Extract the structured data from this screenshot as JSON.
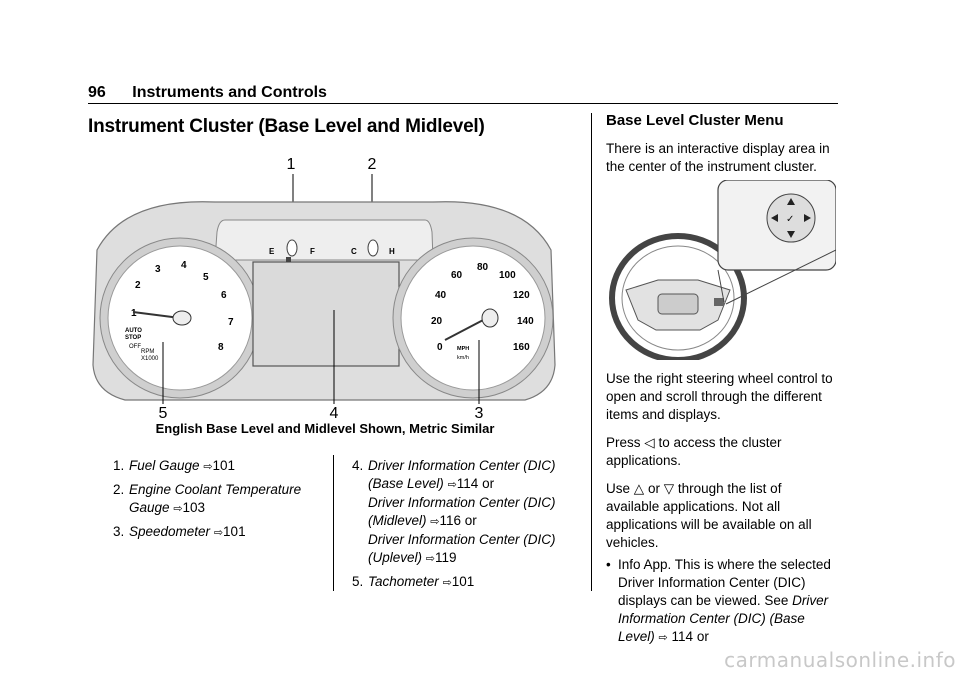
{
  "header": {
    "page_number": "96",
    "section": "Instruments and Controls"
  },
  "title": "Instrument Cluster (Base Level and Midlevel)",
  "figure": {
    "callouts": [
      "1",
      "2",
      "3",
      "4",
      "5"
    ],
    "tach_labels": [
      "1",
      "2",
      "3",
      "4",
      "5",
      "6",
      "7",
      "8"
    ],
    "tach_text": {
      "auto": "AUTO",
      "stop": "STOP",
      "off": "OFF",
      "rpm": "RPM",
      "x1000": "X1000"
    },
    "speed_labels": [
      "0",
      "20",
      "40",
      "60",
      "80",
      "100",
      "120",
      "140",
      "160"
    ],
    "speed_text": {
      "mph": "MPH",
      "kmh": "km/h"
    },
    "fuel": {
      "e": "E",
      "f": "F"
    },
    "temp": {
      "c": "C",
      "h": "H"
    },
    "caption": "English Base Level and Midlevel Shown, Metric Similar"
  },
  "list_left": [
    {
      "num": "1.",
      "text": "Fuel Gauge",
      "ref": "101"
    },
    {
      "num": "2.",
      "text": "Engine Coolant Temperature Gauge",
      "ref": "103"
    },
    {
      "num": "3.",
      "text": "Speedometer",
      "ref": "101"
    }
  ],
  "list_right": {
    "num4": "4.",
    "dic_base": "Driver Information Center (DIC) (Base Level)",
    "ref_base": "114",
    "or1": "or",
    "dic_mid": "Driver Information Center (DIC) (Midlevel)",
    "ref_mid": "116",
    "or2": "or",
    "dic_up": "Driver Information Center (DIC) (Uplevel)",
    "ref_up": "119",
    "num5": "5.",
    "tach": "Tachometer",
    "ref_tach": "101"
  },
  "right_col": {
    "heading": "Base Level Cluster Menu",
    "intro": "There is an interactive display area in the center of the instrument cluster.",
    "para1": "Use the right steering wheel control to open and scroll through the different items and displays.",
    "press_a": "Press",
    "press_b": "to access the cluster applications.",
    "use_a": "Use",
    "use_or": "or",
    "use_b": "through the list of available applications. Not all applications will be available on all vehicles.",
    "bullet_a": "Info App. This is where the selected Driver Information Center (DIC) displays can be viewed. See",
    "bullet_link": "Driver Information Center (DIC) (Base Level)",
    "bullet_ref": "114",
    "bullet_or": "or"
  },
  "watermark": "carmanualsonline.info"
}
